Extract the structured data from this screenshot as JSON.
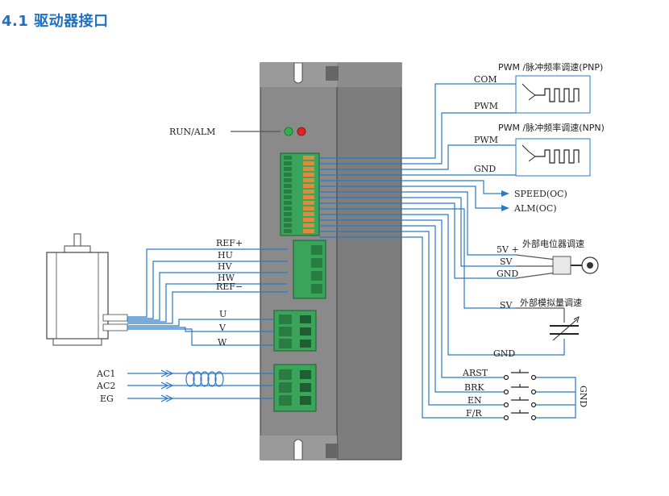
{
  "title": {
    "number": "4.1",
    "text": "驱动器接口"
  },
  "labels": {
    "run_alm": "RUN/ALM",
    "ref_plus": "REF+",
    "hu": "HU",
    "hv": "HV",
    "hw": "HW",
    "ref_minus": "REF−",
    "u": "U",
    "v": "V",
    "w": "W",
    "ac1": "AC1",
    "ac2": "AC2",
    "eg": "EG",
    "pwm_pnp_title": "PWM /脉冲频率调速(PNP)",
    "com": "COM",
    "pwm1": "PWM",
    "pwm_npn_title": "PWM /脉冲频率调速(NPN)",
    "pwm2": "PWM",
    "gnd1": "GND",
    "speed": "SPEED(OC)",
    "alm": "ALM(OC)",
    "pot_title": "外部电位器调速",
    "v5": "5V +",
    "sv1": "SV",
    "gnd2": "GND",
    "analog_title": "外部模拟量调速",
    "sv2": "SV",
    "gnd3": "GND",
    "arst": "ARST",
    "brk": "BRK",
    "en": "EN",
    "fr": "F/R",
    "gnd_vertical": "GND"
  },
  "colors": {
    "wire": "#2a79c4",
    "title": "#1f6fc2",
    "terminal": "#3aa55a",
    "driver": "#8c8c8c"
  }
}
